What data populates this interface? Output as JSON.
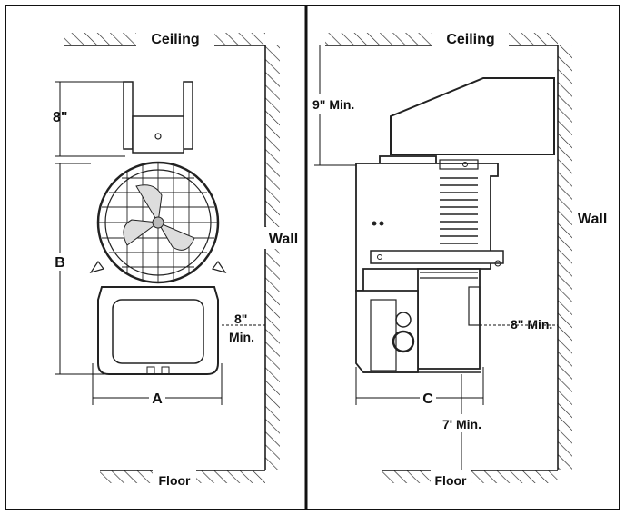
{
  "left_panel": {
    "ceiling": "Ceiling",
    "floor": "Floor",
    "wall": "Wall",
    "dim_top": "8\"",
    "dim_b": "B",
    "dim_a": "A",
    "dim_side_line1": "8\"",
    "dim_side_line2": "Min."
  },
  "right_panel": {
    "ceiling": "Ceiling",
    "floor": "Floor",
    "wall": "Wall",
    "dim_top": "9\" Min.",
    "dim_side": "8\" Min.",
    "dim_c": "C",
    "dim_floor": "7' Min."
  }
}
